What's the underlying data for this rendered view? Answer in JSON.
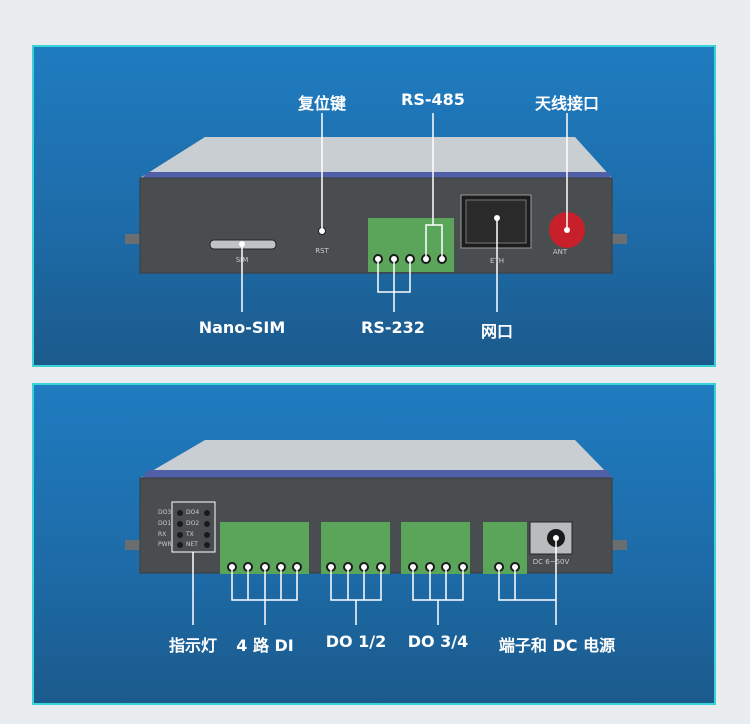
{
  "panel_top": {
    "callouts": {
      "reset": "复位键",
      "rs485": "RS-485",
      "antenna": "天线接口",
      "nano_sim": "Nano-SIM",
      "rs232": "RS-232",
      "ethernet": "网口"
    },
    "device_labels": {
      "sim": "SIM",
      "rst": "RST",
      "eth": "ETH",
      "ant": "ANT"
    }
  },
  "panel_bottom": {
    "callouts": {
      "indicator": "指示灯",
      "di": "4 路 DI",
      "do12": "DO 1/2",
      "do34": "DO 3/4",
      "power": "端子和 DC 电源"
    },
    "device_labels": {
      "dc": "DC 6~60V",
      "leds": [
        "DO3",
        "DO4",
        "DO1",
        "DO2",
        "RX",
        "TX",
        "PWR",
        "NET"
      ]
    }
  },
  "colors": {
    "border": "#38d3d6",
    "panel": "#1f74b6",
    "device": "#4a4d50",
    "terminal": "#5aa55a",
    "antenna": "#c8202a"
  }
}
